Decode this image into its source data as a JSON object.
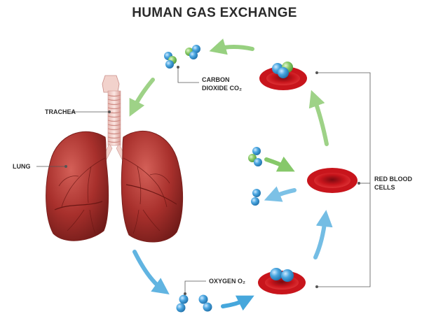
{
  "title": "HUMAN GAS EXCHANGE",
  "labels": {
    "trachea": "TRACHEA",
    "lung": "LUNG",
    "carbon_dioxide_line1": "CARBON",
    "carbon_dioxide_line2": "DIOXIDE CO₂",
    "oxygen": "OXYGEN O₂",
    "red_blood_cells_line1": "RED BLOOD",
    "red_blood_cells_line2": "CELLS"
  },
  "colors": {
    "lung": "#a8302c",
    "red_blood_cell": "#c8151c",
    "oxygen_molecule": "#3d9ad8",
    "carbon_atom": "#7fc26b",
    "green_arrow": "#86c86a",
    "blue_arrow": "#46a7dc",
    "leader_line": "#555555"
  }
}
